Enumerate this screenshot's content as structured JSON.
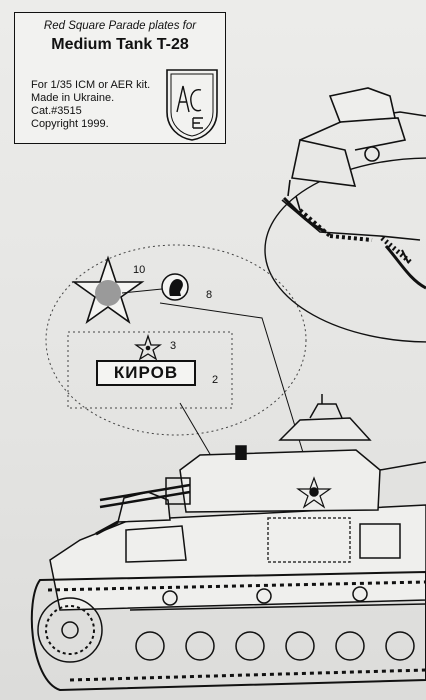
{
  "header": {
    "line1": "Red Square Parade plates for",
    "title": "Medium Tank T-28",
    "info": [
      "For 1/35 ICM or AER kit.",
      "Made in Ukraine.",
      "Cat.#3515",
      "Copyright 1999."
    ],
    "logo": "ACE"
  },
  "decals": {
    "star_number": "10",
    "portrait_number": "8",
    "small_star_number": "3",
    "kirov_text": "КИРОВ",
    "kirov_number": "2"
  },
  "colors": {
    "paper": "#e6e6e4",
    "ink": "#111111",
    "decal_red_grey": "#9a9a9a"
  }
}
